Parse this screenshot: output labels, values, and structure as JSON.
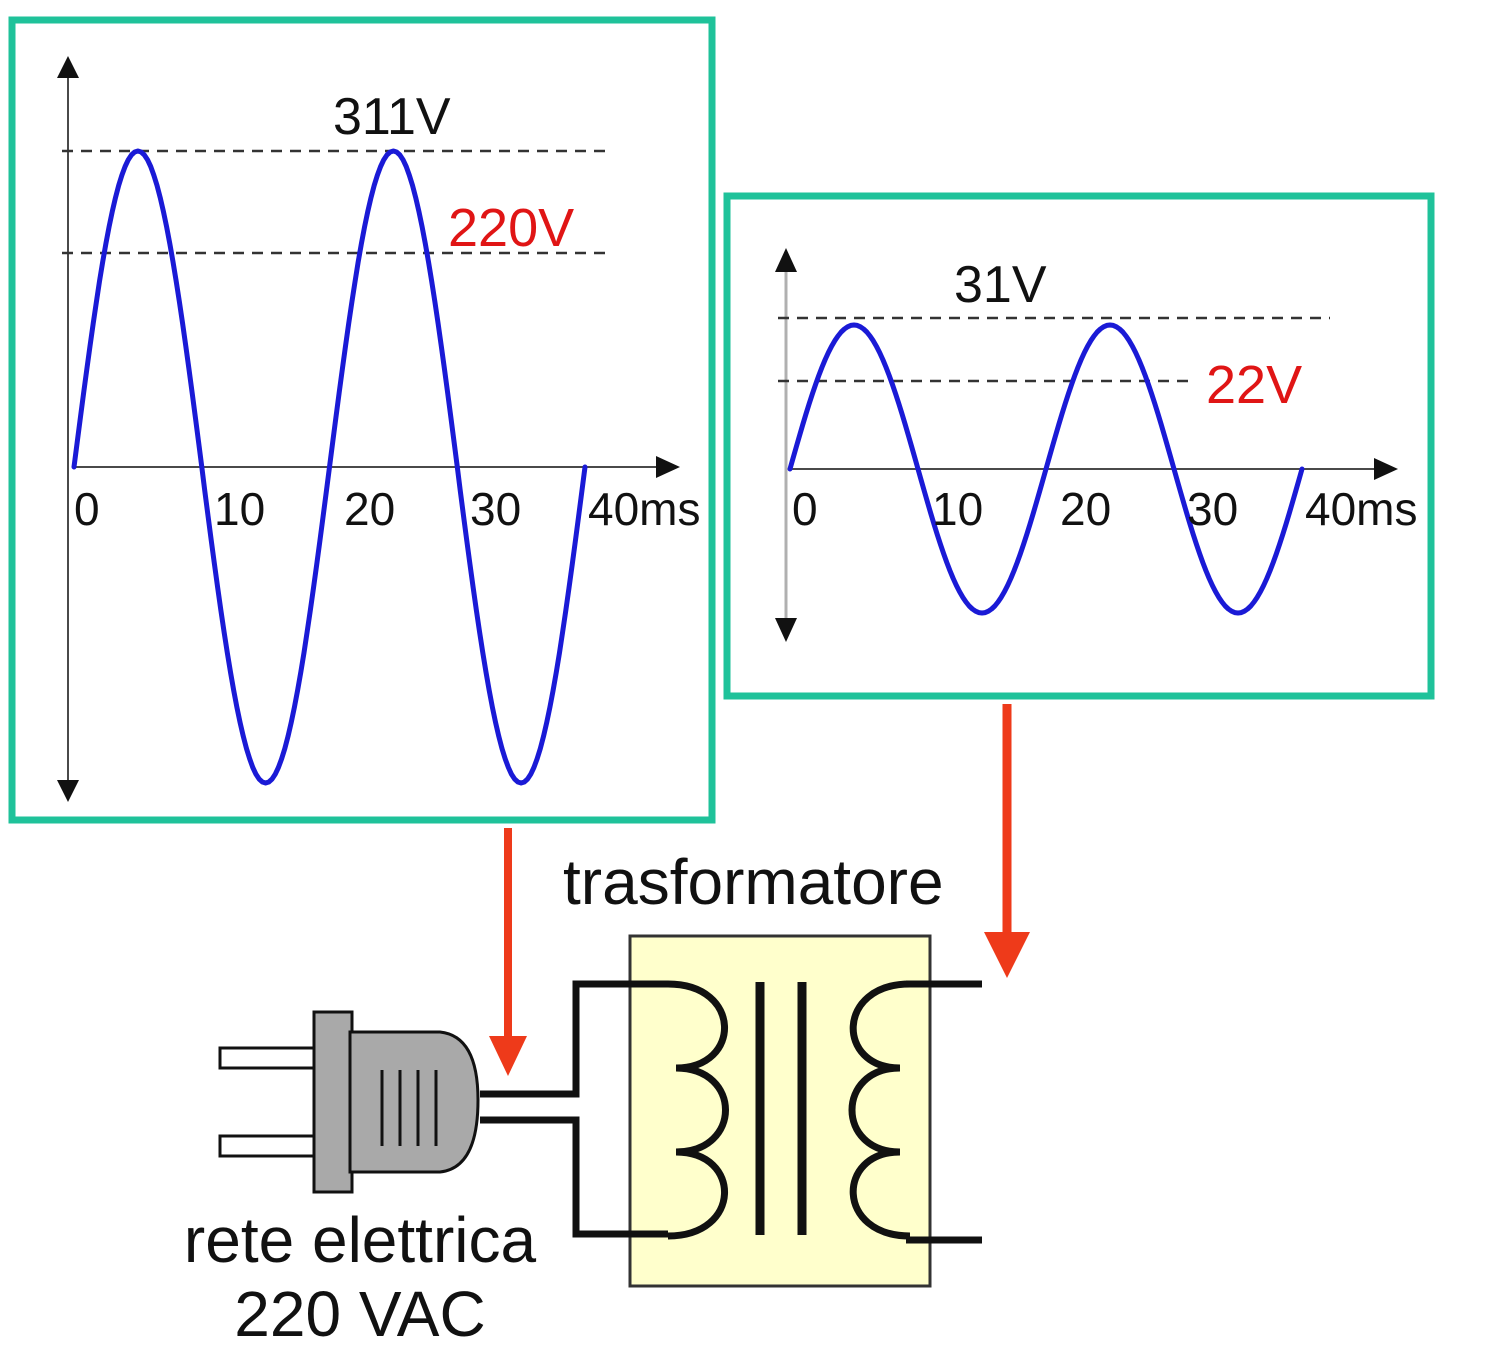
{
  "colors": {
    "frame": "#1fc29a",
    "wave": "#1a1ad6",
    "rms_text": "#e01515",
    "arrow": "#ee3a1a",
    "transformer_fill": "#ffffcc",
    "plug_fill": "#a9a9a9"
  },
  "primary_chart": {
    "peak_label": "311V",
    "rms_label": "220V",
    "ticks": [
      "0",
      "10",
      "20",
      "30",
      "40ms"
    ]
  },
  "secondary_chart": {
    "peak_label": "31V",
    "rms_label": "22V",
    "ticks": [
      "0",
      "10",
      "20",
      "30",
      "40ms"
    ]
  },
  "transformer": {
    "label": "trasformatore"
  },
  "mains": {
    "label_line1": "rete elettrica",
    "label_line2": "220 VAC"
  },
  "chart_data": [
    {
      "type": "line",
      "x": [
        0,
        10,
        20,
        30,
        40
      ],
      "xlabel": "ms",
      "series": [
        {
          "peak": 311,
          "rms": 220,
          "period_ms": 20
        }
      ],
      "annotations": [
        "311V",
        "220V"
      ]
    },
    {
      "type": "line",
      "x": [
        0,
        10,
        20,
        30,
        40
      ],
      "xlabel": "ms",
      "series": [
        {
          "peak": 31,
          "rms": 22,
          "period_ms": 20
        }
      ],
      "annotations": [
        "31V",
        "22V"
      ]
    }
  ]
}
